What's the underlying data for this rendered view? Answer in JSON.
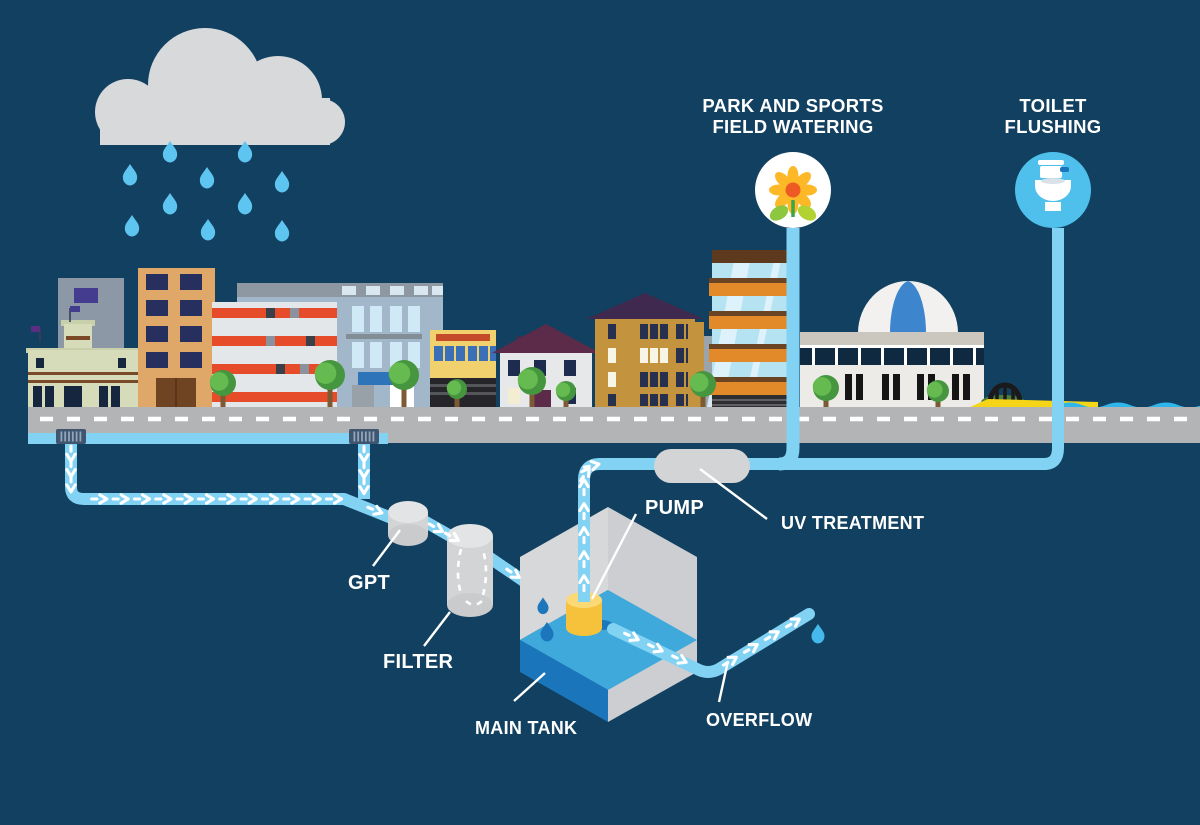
{
  "labels": {
    "park_watering_line1": "PARK AND SPORTS",
    "park_watering_line2": "FIELD WATERING",
    "toilet_line1": "TOILET",
    "toilet_line2": "FLUSHING",
    "gpt": "GPT",
    "filter": "FILTER",
    "pump": "PUMP",
    "uv_treatment": "UV TREATMENT",
    "main_tank": "MAIN TANK",
    "overflow": "OVERFLOW"
  },
  "icons": {
    "rain_cloud": "cloud-with-rain-icon",
    "sunflower": "sunflower-icon",
    "toilet": "toilet-icon",
    "storm_drain": "street-drain-grate-icon",
    "gpt_cylinder": "gross-pollutant-trap-cylinder",
    "filter_cylinder": "filter-cylinder",
    "uv_capsule": "uv-treatment-capsule",
    "pump_unit": "pump-cylinder",
    "main_tank_cube": "open-top-water-tank",
    "water_drop": "water-drop-icon"
  },
  "process_flow": [
    "GPT",
    "FILTER",
    "MAIN TANK",
    "PUMP",
    "UV TREATMENT",
    "PARK AND SPORTS FIELD WATERING",
    "TOILET FLUSHING",
    "OVERFLOW"
  ],
  "colors": {
    "background": "#124060",
    "cloud": "#d8d9da",
    "rain_drop": "#5ec5f1",
    "pipe": "#82d2f4",
    "arrow": "#ffffff",
    "road": "#b2b4b6",
    "road_dash": "#ffffff",
    "equipment_grey": "#d2d4d6",
    "tank_water_top": "#3fa9dc",
    "tank_water_front": "#1b75ba",
    "drip_blue": "#1c76bb",
    "pump_yellow": "#f6c23b",
    "toilet_circle_blue": "#4fc0eb",
    "circle_white": "#ffffff",
    "sunflower_petal": "#fcb827",
    "sunflower_center": "#ee5a24",
    "leaf_green": "#8dc63f",
    "stem_green": "#3aa648",
    "sea": "#2fb6ea",
    "sand": "#f6d418",
    "label_text": "#ffffff"
  }
}
